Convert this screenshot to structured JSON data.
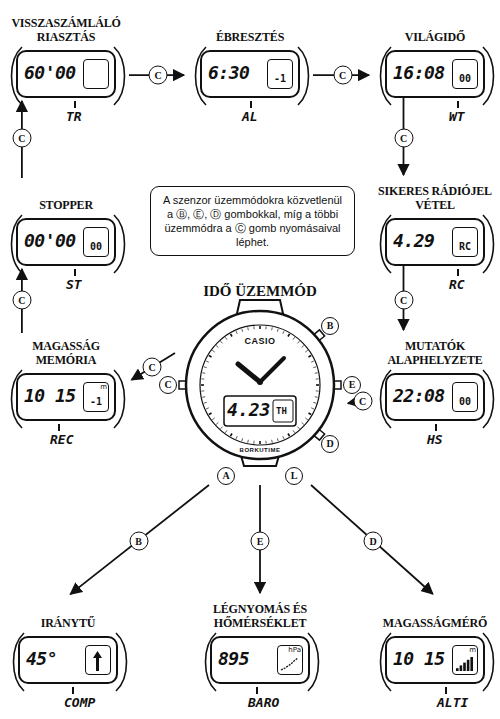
{
  "diagram": {
    "nodes": [
      {
        "text": [
          "VISSZASZÁMLÁLÓ RIASZTÁS",
          "60'00",
          "TR"
        ]
      },
      {
        "text": [
          "ÉBRESZTÉS",
          "6:30",
          "-1",
          "AL"
        ]
      },
      {
        "text": [
          "VILÁGIDŐ",
          "16:08",
          "00",
          "WT"
        ]
      },
      {
        "text": [
          "STOPPER",
          "00'00",
          "00",
          "ST"
        ]
      },
      {
        "text": [
          "A szenzor üzemmódokra közvetlenül a Ⓑ, Ⓔ, Ⓓ gombokkal, míg a többi üzemmódra a Ⓒ gomb nyomásaival léphet."
        ]
      },
      {
        "text": [
          "SIKERES RÁDIÓJEL VÉTEL",
          "4.29",
          "RC",
          "RC"
        ]
      },
      {
        "text": [
          "IDŐ ÜZEMMÓD",
          "4.23",
          "TH"
        ]
      },
      {
        "text": [
          "MAGASSÁG MEMÓRIA",
          "10 15",
          "m",
          "-1",
          "REC"
        ]
      },
      {
        "text": [
          "MUTATÓK ALAPHELYZETE",
          "22:08",
          "00",
          "HS"
        ]
      },
      {
        "text": [
          "IRÁNYTŰ",
          "45°",
          "COMP"
        ]
      },
      {
        "text": [
          "LÉGNYOMÁS ÉS HŐMÉRSÉKLET",
          "895",
          "hPa",
          "BARO"
        ]
      },
      {
        "text": [
          "MAGASSÁGMÉRŐ",
          "10 15",
          "m",
          "ALTI"
        ]
      }
    ],
    "edges": [
      {
        "from": 6,
        "to": 7,
        "label": "C",
        "arrow": "to"
      },
      {
        "from": 7,
        "to": 3,
        "label": "C",
        "arrow": "to"
      },
      {
        "from": 3,
        "to": 0,
        "label": "C",
        "arrow": "to"
      },
      {
        "from": 0,
        "to": 1,
        "label": "C",
        "arrow": "to"
      },
      {
        "from": 1,
        "to": 2,
        "label": "C",
        "arrow": "to"
      },
      {
        "from": 2,
        "to": 5,
        "label": "C",
        "arrow": "to"
      },
      {
        "from": 5,
        "to": 8,
        "label": "C",
        "arrow": "to"
      },
      {
        "from": 8,
        "to": 6,
        "label": "C",
        "arrow": "to"
      },
      {
        "from": 6,
        "to": 9,
        "label": "B",
        "arrow": "to"
      },
      {
        "from": 6,
        "to": 10,
        "label": "E",
        "arrow": "to"
      },
      {
        "from": 6,
        "to": 11,
        "label": "D",
        "arrow": "to"
      }
    ],
    "labels": [
      "CASIO",
      "BORKUTIME",
      "B",
      "E",
      "D",
      "C",
      "A",
      "L"
    ]
  }
}
